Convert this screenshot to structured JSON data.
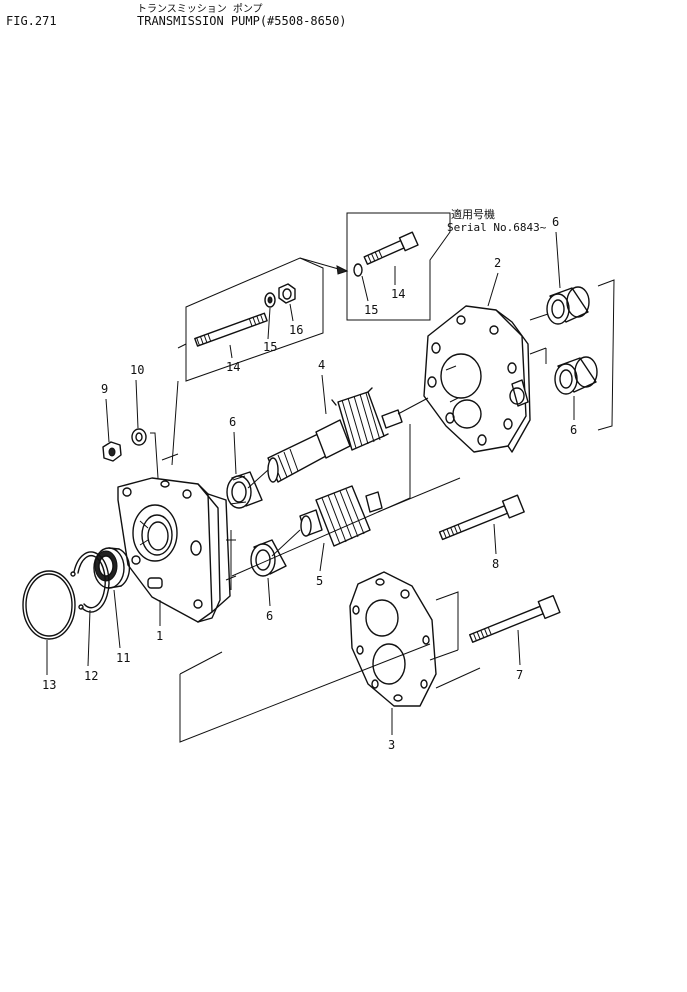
{
  "header": {
    "fig_number": "FIG.271",
    "title_jp": "トランスミッション ポンプ",
    "title": "TRANSMISSION PUMP(#5508-8650)"
  },
  "serial_note": {
    "jp": "適用号機",
    "text": "Serial No.6843~"
  },
  "callouts": {
    "c1": "1",
    "c2": "2",
    "c3": "3",
    "c4": "4",
    "c5": "5",
    "c6a": "6",
    "c6b": "6",
    "c6c": "6",
    "c6d": "6",
    "c7": "7",
    "c8": "8",
    "c9": "9",
    "c10": "10",
    "c11": "11",
    "c12": "12",
    "c13": "13",
    "c14a": "14",
    "c15a": "15",
    "c16": "16",
    "c14b": "14",
    "c15b": "15"
  }
}
